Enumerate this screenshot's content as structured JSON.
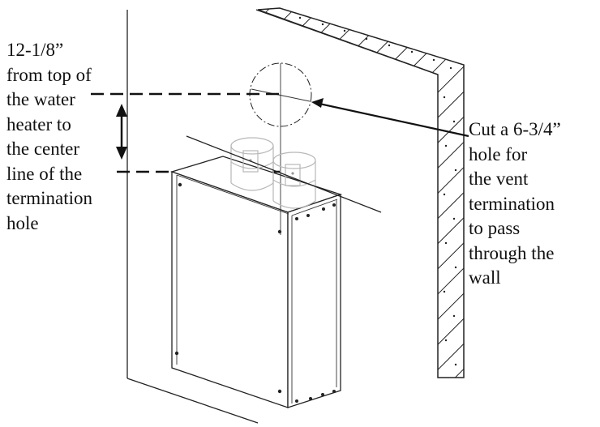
{
  "left_note": {
    "lines": [
      "12-1/8”",
      "from top of",
      "the water",
      "heater to",
      "the center",
      "line of the",
      "termination",
      "hole"
    ]
  },
  "right_note": {
    "lines": [
      "Cut a 6-3/4”",
      "hole for",
      "the vent",
      "termination",
      "to pass",
      "through the",
      "wall"
    ]
  }
}
